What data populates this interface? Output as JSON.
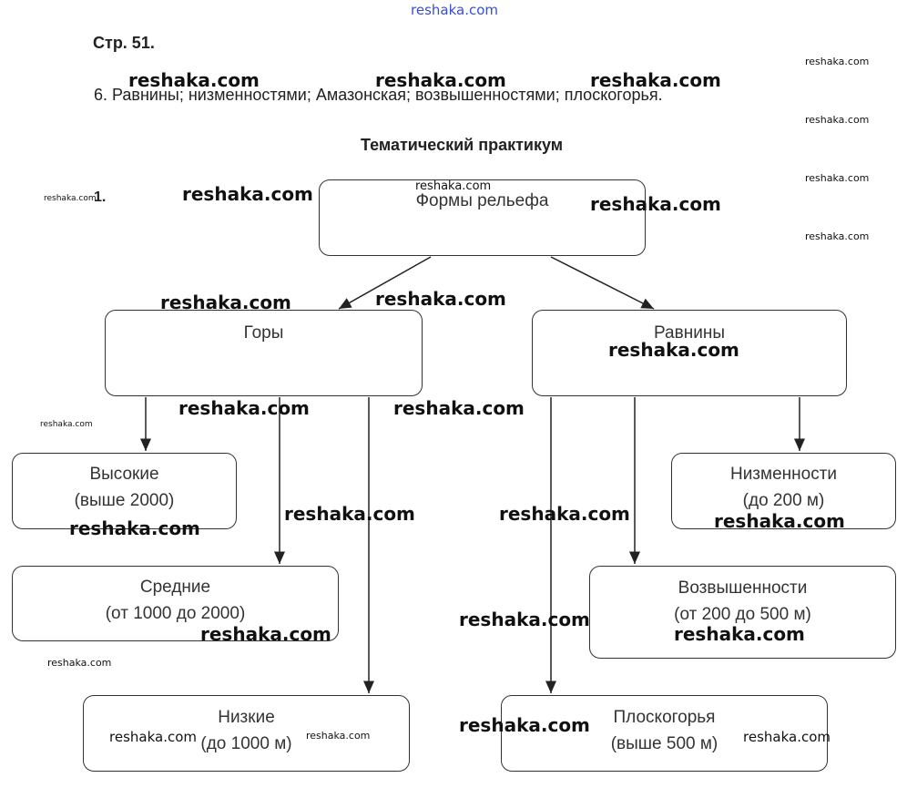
{
  "header": {
    "page_ref": "Стр. 51.",
    "answer6": "6. Равнины; низменностями; Амазонская; возвышенностями; плоскогорья.",
    "section_title": "Тематический практикум",
    "task_number": "1."
  },
  "diagram": {
    "root": "Формы рельефа",
    "mountains": {
      "title": "Горы",
      "high": [
        "Высокие",
        "(выше 2000)"
      ],
      "medium": [
        "Средние",
        "(от 1000 до 2000)"
      ],
      "low": [
        "Низкие",
        "(до 1000 м)"
      ]
    },
    "plains": {
      "title": "Равнины",
      "lowlands": [
        "Низменности",
        "(до 200 м)"
      ],
      "uplands": [
        "Возвышенности",
        "(от 200 до 500 м)"
      ],
      "plateaus": [
        "Плоскогорья",
        "(выше 500 м)"
      ]
    }
  },
  "watermark": "reshaka.com"
}
